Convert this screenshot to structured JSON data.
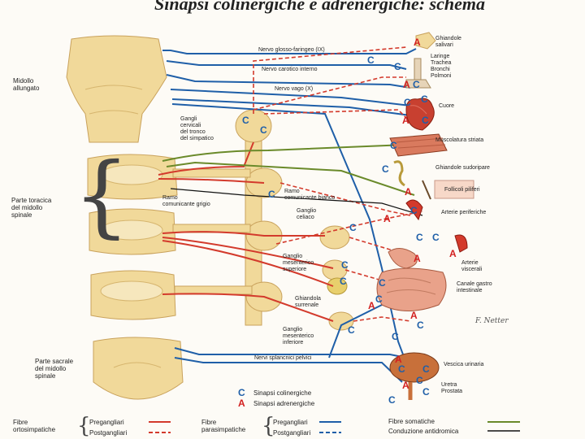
{
  "title": "Sinapsi colinergiche e adrenergiche: schema",
  "markers": {
    "c": "C",
    "a": "A"
  },
  "left_labels": {
    "medulla": "Midollo\nallungato",
    "thoracolumbar": "Parte toracica\ndel midollo\nspinale",
    "sacral": "Parte sacrale\ndel midollo\nspinale"
  },
  "nerves": {
    "glosso": "Nervo glosso-faringeo (IX)",
    "carotid": "Nervo carotico interno",
    "vagus": "Nervo vago (X)",
    "cervical_ganglia": "Gangli\ncervicali\ndel tronco\ndel simpatico",
    "white_ramus": "Ramo\ncomunicante bianco",
    "grey_ramus": "Ramo\ncomunicante grigio",
    "celiac": "Ganglio\nceliaco",
    "sup_mesenteric": "Ganglio\nmesenterico\nsuperiore",
    "adrenal": "Ghiandola\nsurrenale",
    "inf_mesenteric": "Ganglio\nmesenterico\ninferiore",
    "pelvic": "Nervi splancnici pelvici"
  },
  "targets": {
    "salivary": "Ghiandole\nsalivari",
    "airway": "Laringe\nTrachea\nBronchi\nPolmoni",
    "heart": "Cuore",
    "striated": "Muscolatura striata",
    "sweat": "Ghiandole sudoripare",
    "pili": "Follicoli piliferi",
    "peripheral_arteries": "Arterie periferiche",
    "visceral_arteries": "Arterie\nviscerali",
    "gi": "Canale gastro\nintestinale",
    "bladder": "Vescica urinaria",
    "uro": "Uretra\nProstata"
  },
  "key": {
    "cholinergic": "Sinapsi colinergiche",
    "adrenergic": "Sinapsi adrenergiche"
  },
  "legend": {
    "ortho": "Fibre\nortosimpatiche",
    "para": "Fibre\nparasimpatiche",
    "pre": "Pregangliari",
    "post": "Postgangliari",
    "somatic": "Fibre somatiche",
    "antidromic": "Conduzione antidromica"
  },
  "colors": {
    "cord": "#f1d99a",
    "cord_dark": "#d6b56e",
    "sympathetic_pre": "#d33a2c",
    "parasympathetic_pre": "#1f5fa8",
    "somatic": "#6a8a2a",
    "antidromic": "#111111",
    "marker_c": "#1f5fa8",
    "marker_a": "#d22020"
  },
  "signature": "F. Netter"
}
